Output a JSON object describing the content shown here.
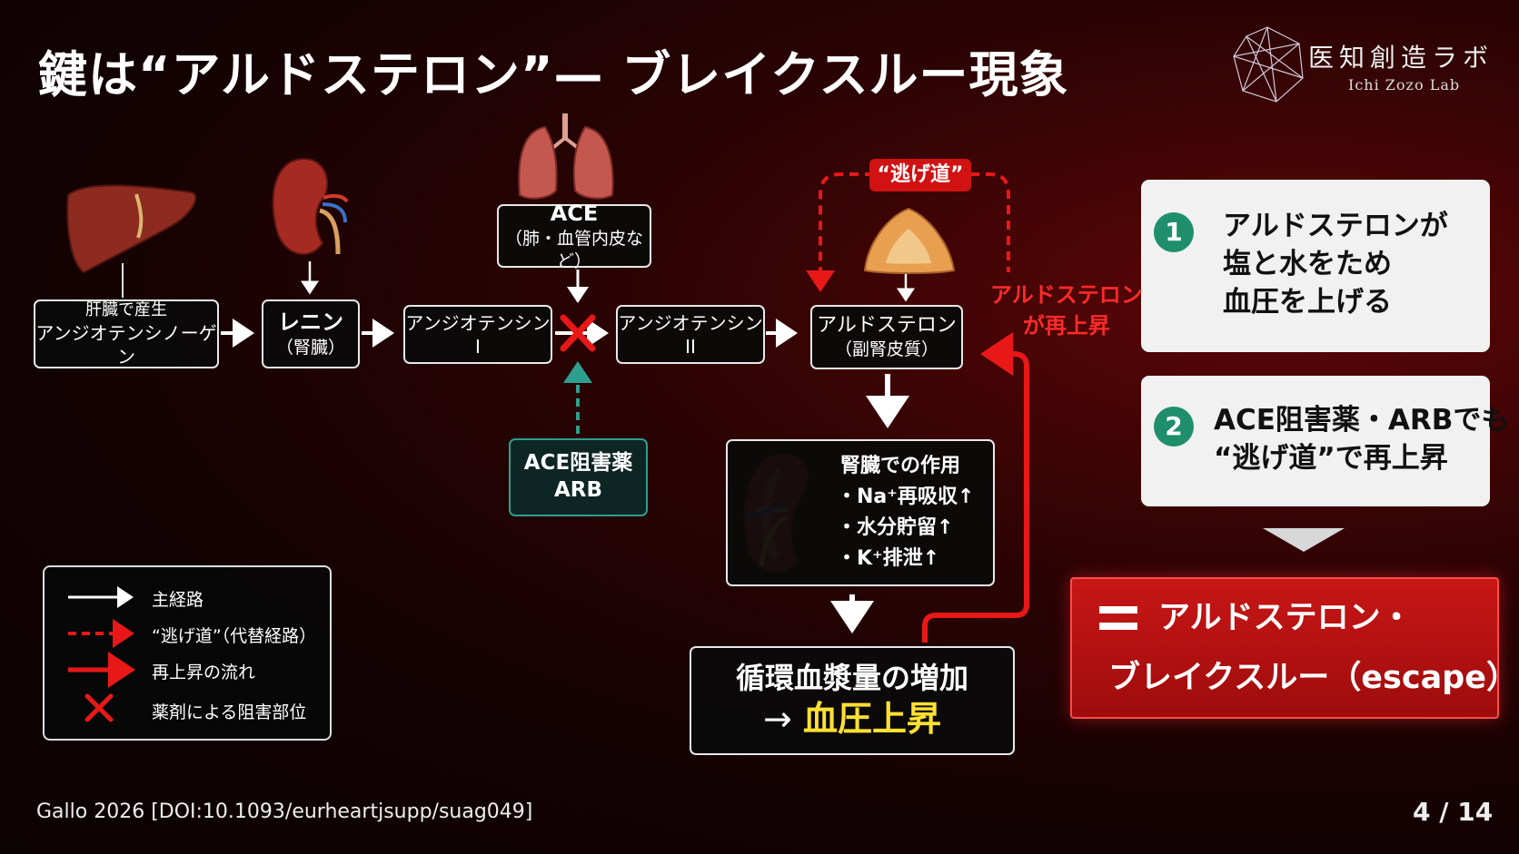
{
  "title": "鍵は“アルドステロン”— ブレイクスルー現象",
  "logo": {
    "name_ja": "医知創造ラボ",
    "name_en": "Ichi Zozo Lab"
  },
  "flow": {
    "liver_box": {
      "line1": "肝臓で産生",
      "line2": "アンジオテンシノーゲン"
    },
    "renin_box": {
      "line1": "レニン",
      "line2": "（腎臓）"
    },
    "ang1_box": {
      "line1": "アンジオテンシンI"
    },
    "ace_box": {
      "line1": "ACE",
      "line2": "（肺・血管内皮など）"
    },
    "ang2_box": {
      "line1": "アンジオテンシンII"
    },
    "aldo_box": {
      "line1": "アルドステロン",
      "line2": "（副腎皮質）"
    },
    "inhibitor_box": {
      "line1": "ACE阻害薬",
      "line2": "ARB"
    },
    "kidney_action": {
      "title": "腎臓での作用",
      "items": [
        "・Na⁺再吸収↑",
        "・水分貯留↑",
        "・K⁺排泄↑"
      ]
    },
    "plasma_box": {
      "line1": "循環血漿量の増加",
      "arrow": "→ ",
      "line2": "血圧上昇"
    },
    "escape_label": "“逃げ道”",
    "reraise_label": [
      "アルドステロン",
      "が再上昇"
    ]
  },
  "cards": [
    {
      "num": "1",
      "lines": [
        "アルドステロンが",
        "塩と水をため",
        "血圧を上げる"
      ]
    },
    {
      "num": "2",
      "lines": [
        "ACE阻害薬・ARBでも",
        "“逃げ道”で再上昇"
      ]
    }
  ],
  "conclusion": {
    "line1": "アルドステロン・",
    "line2": "ブレイクスルー（escape）"
  },
  "legend": {
    "items": [
      "主経路",
      "“逃げ道”（代替経路）",
      "再上昇の流れ",
      "薬剤による阻害部位"
    ]
  },
  "colors": {
    "accent_red": "#e01818",
    "teal": "#2e9e8e",
    "highlight_yellow": "#ffe033"
  },
  "citation": "Gallo 2026 [DOI:10.1093/eurheartjsupp/suag049]",
  "page": "4 / 14"
}
